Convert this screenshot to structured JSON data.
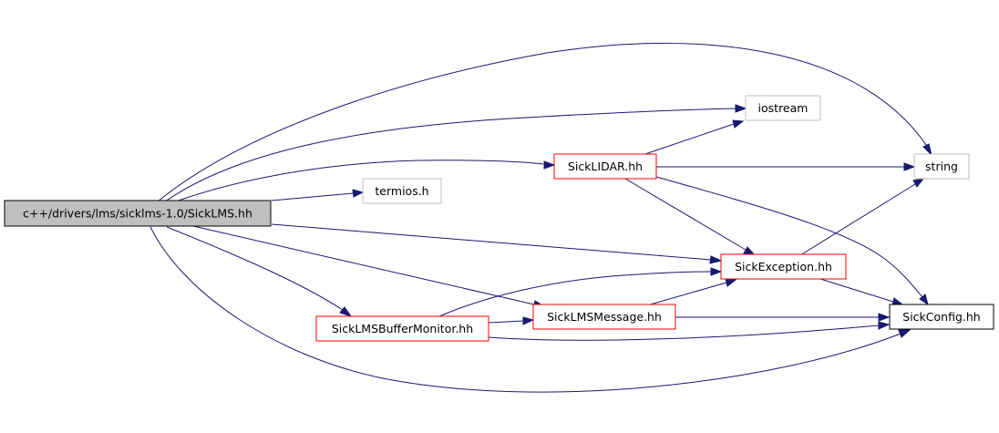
{
  "graph": {
    "nodes": {
      "root": {
        "label": "c++/drivers/lms/sicklms-1.0/SickLMS.hh",
        "kind": "root"
      },
      "iostream": {
        "label": "iostream",
        "kind": "system"
      },
      "string": {
        "label": "string",
        "kind": "system"
      },
      "termios": {
        "label": "termios.h",
        "kind": "system"
      },
      "sicklidar": {
        "label": "SickLIDAR.hh",
        "kind": "documented"
      },
      "sickexception": {
        "label": "SickException.hh",
        "kind": "documented"
      },
      "buffermonitor": {
        "label": "SickLMSBufferMonitor.hh",
        "kind": "documented"
      },
      "lmsmessage": {
        "label": "SickLMSMessage.hh",
        "kind": "documented"
      },
      "sickconfig": {
        "label": "SickConfig.hh",
        "kind": "plain"
      }
    },
    "edges": [
      {
        "from": "root",
        "to": "string"
      },
      {
        "from": "root",
        "to": "iostream"
      },
      {
        "from": "root",
        "to": "sicklidar"
      },
      {
        "from": "root",
        "to": "termios"
      },
      {
        "from": "root",
        "to": "sickexception"
      },
      {
        "from": "root",
        "to": "lmsmessage"
      },
      {
        "from": "root",
        "to": "buffermonitor"
      },
      {
        "from": "root",
        "to": "sickconfig"
      },
      {
        "from": "sicklidar",
        "to": "iostream"
      },
      {
        "from": "sicklidar",
        "to": "string"
      },
      {
        "from": "sicklidar",
        "to": "sickexception"
      },
      {
        "from": "sicklidar",
        "to": "sickconfig"
      },
      {
        "from": "sickexception",
        "to": "string"
      },
      {
        "from": "sickexception",
        "to": "sickconfig"
      },
      {
        "from": "buffermonitor",
        "to": "lmsmessage"
      },
      {
        "from": "buffermonitor",
        "to": "sickexception"
      },
      {
        "from": "buffermonitor",
        "to": "sickconfig"
      },
      {
        "from": "lmsmessage",
        "to": "sickexception"
      },
      {
        "from": "lmsmessage",
        "to": "sickconfig"
      }
    ]
  },
  "colors": {
    "edge": "#191970",
    "root_fill": "#bfbfbf",
    "root_border": "#000000",
    "system_border": "#bfbfbf",
    "documented_border": "#ff0000",
    "plain_border": "#000000"
  }
}
